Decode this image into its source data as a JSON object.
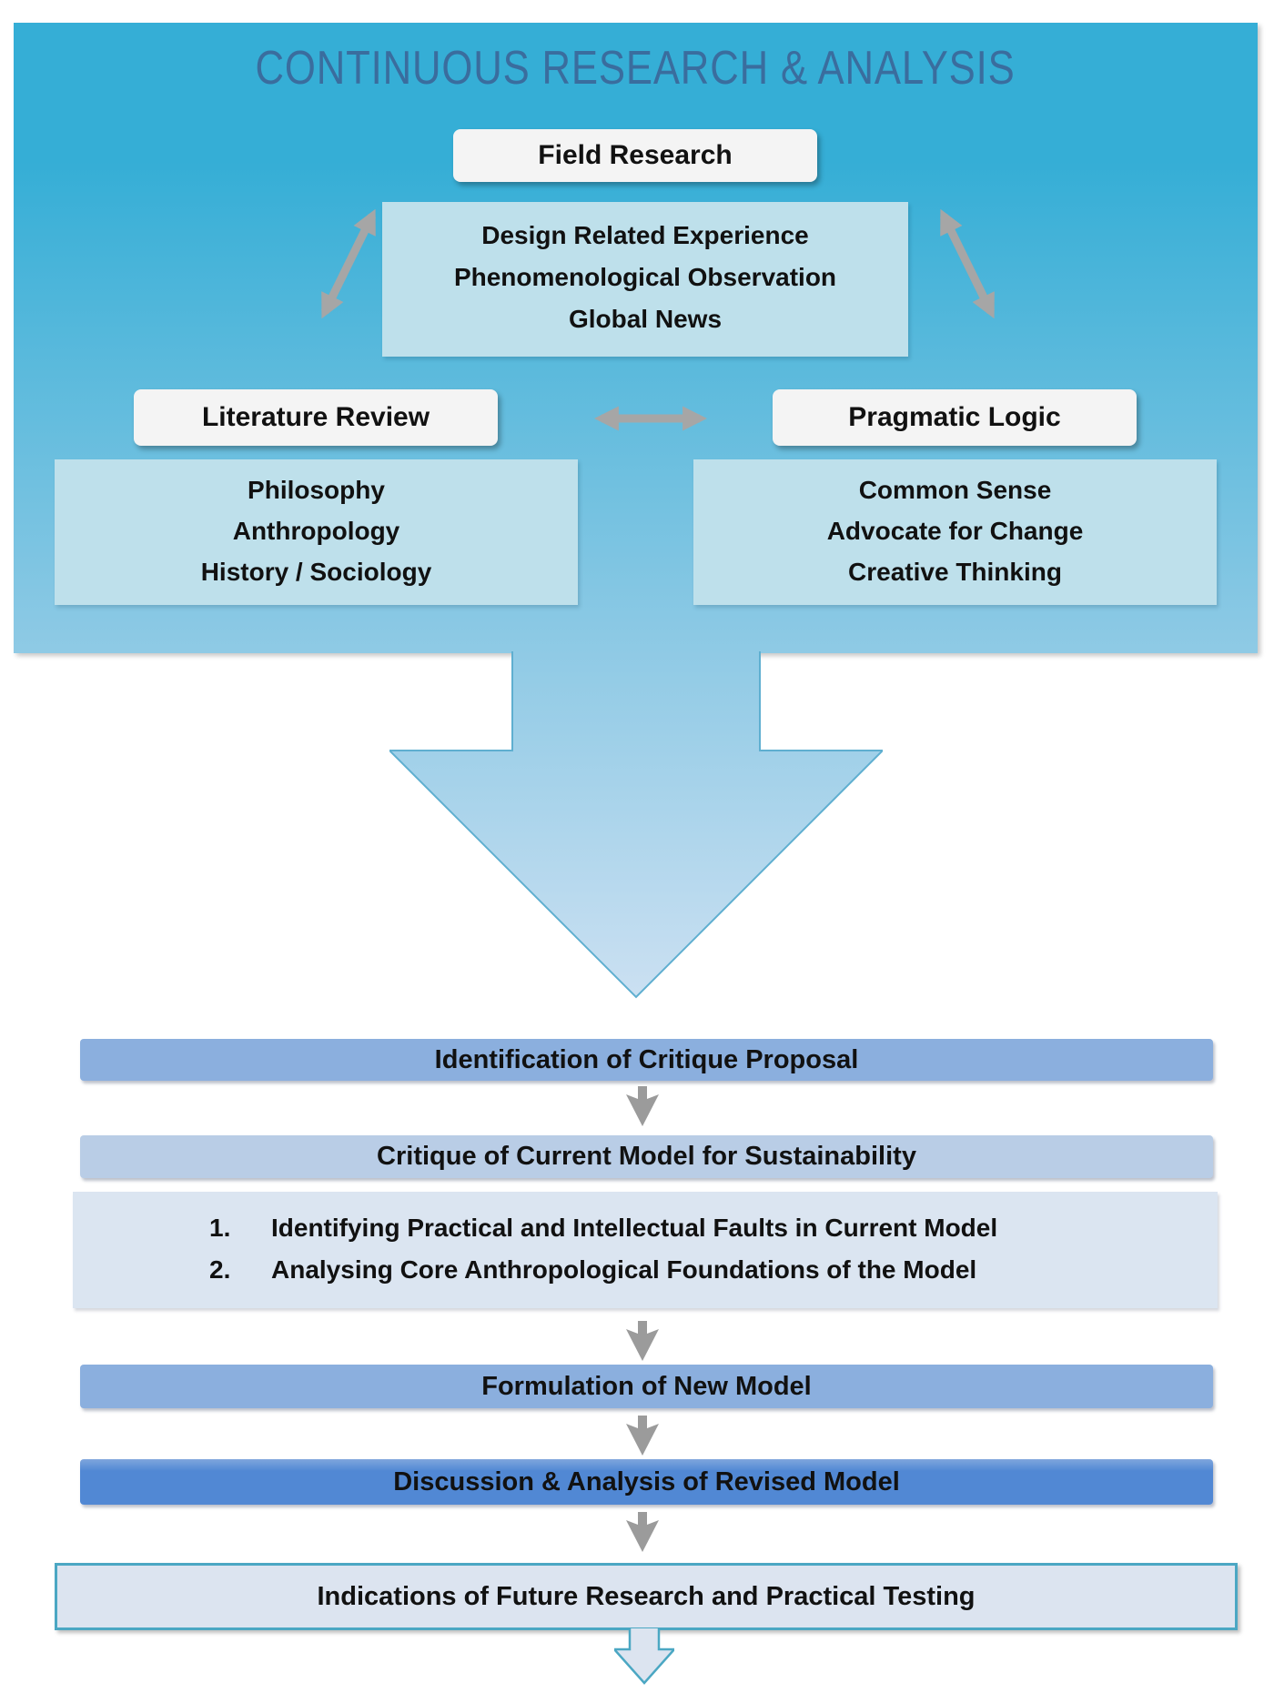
{
  "colors": {
    "teal_top": "#35AED6",
    "teal_bottom": "#8FCAE5",
    "panel_light": "#BEE0EB",
    "title_text": "#3A6D9E",
    "white_box": "#F4F4F4",
    "arrow_gray": "#A6A6A6",
    "big_arrow_top": "#8FCAE5",
    "big_arrow_bottom": "#CBE0F2",
    "big_arrow_stroke": "#5FAFD0",
    "bar_medium": "#8BAFDE",
    "bar_light": "#B9CDE6",
    "bar_dark": "#5188D4",
    "list_box": "#DBE5F1",
    "outline_box_fill": "#DCE4F0",
    "outline_box_border": "#4BA7C3",
    "connector_gray": "#9B9B9B"
  },
  "top_panel": {
    "title": "CONTINUOUS RESEARCH & ANALYSIS",
    "field_research_label": "Field Research",
    "experience_lines": [
      "Design Related Experience",
      "Phenomenological Observation",
      "Global News"
    ],
    "literature_review_label": "Literature Review",
    "pragmatic_logic_label": "Pragmatic Logic",
    "literature_lines": [
      "Philosophy",
      "Anthropology",
      "History / Sociology"
    ],
    "pragmatic_lines": [
      "Common Sense",
      "Advocate for Change",
      "Creative Thinking"
    ]
  },
  "process_flow": {
    "step1": "Identification of Critique Proposal",
    "step2": "Critique of Current Model for Sustainability",
    "critique_numbers": [
      "1.",
      "2."
    ],
    "critique_points": [
      "Identifying Practical and Intellectual Faults in Current Model",
      "Analysing Core Anthropological Foundations of the Model"
    ],
    "step3": "Formulation of New Model",
    "step4": "Discussion & Analysis of Revised Model",
    "step5": "Indications of Future Research and Practical Testing"
  }
}
